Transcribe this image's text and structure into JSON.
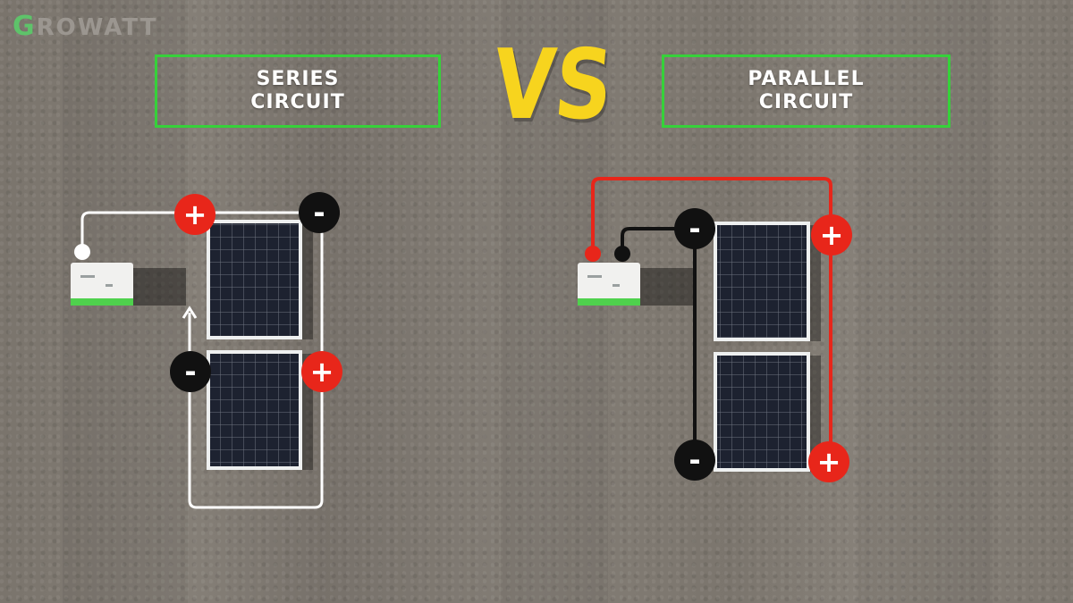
{
  "logo": {
    "first_letter": "G",
    "rest": "ROWATT"
  },
  "series": {
    "line1": "SERIES",
    "line2": "CIRCUIT"
  },
  "vs": "VS",
  "parallel": {
    "line1": "PARALLEL",
    "line2": "CIRCUIT"
  },
  "terminals": {
    "plus": "+",
    "minus": "-"
  },
  "colors": {
    "positive": "#e8261a",
    "negative": "#111111",
    "series_wire": "#ffffff",
    "label_border": "#36d13a",
    "vs": "#f7d41e"
  }
}
